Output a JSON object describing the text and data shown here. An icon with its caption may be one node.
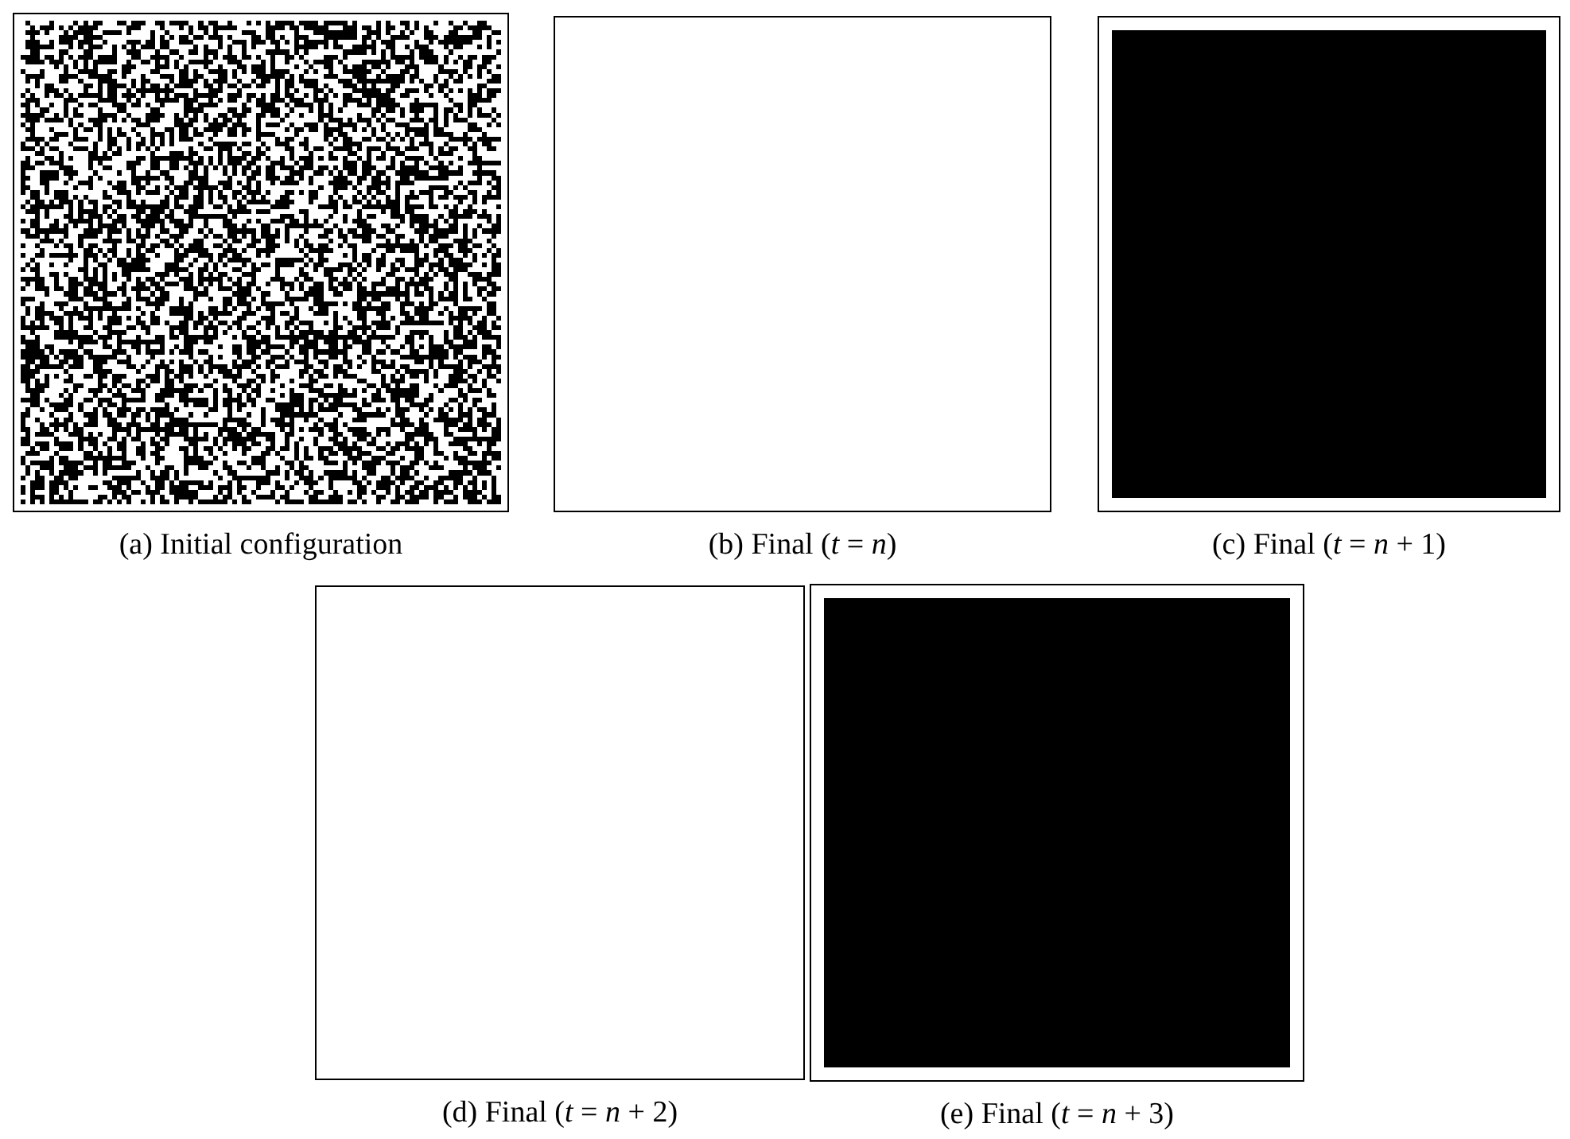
{
  "diagram": {
    "nodes": [
      {
        "text": [],
        "shape": "box",
        "beside": [
          "(a) Initial configuration"
        ]
      },
      {
        "text": [],
        "shape": "box",
        "beside": [
          "(b) Final (*t* = *n*)"
        ]
      },
      {
        "text": [],
        "shape": "box",
        "beside": [
          "(c) Final (*t* = *n* + 1)"
        ]
      },
      {
        "text": [],
        "shape": "box",
        "beside": [
          "(d) Final (*t* = *n* + 2)"
        ]
      },
      {
        "text": [],
        "shape": "box",
        "beside": [
          "(e) Final (*t* = *n* + 3)"
        ]
      }
    ]
  }
}
